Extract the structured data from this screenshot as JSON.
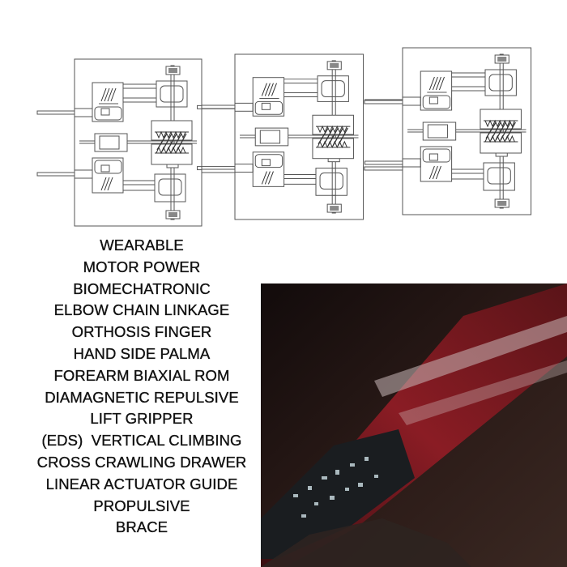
{
  "diagram": {
    "modules": [
      "module-1",
      "module-2",
      "module-3"
    ],
    "line_color": "#555555"
  },
  "terms": [
    "WEARABLE",
    "MOTOR POWER",
    "BIOMECHATRONIC",
    "ELBOW CHAIN LINKAGE",
    "ORTHOSIS FINGER",
    "HAND SIDE PALMA",
    "FOREARM BIAXIAL ROM",
    "DIAMAGNETIC REPULSIVE",
    "LIFT GRIPPER",
    "(EDS)  VERTICAL CLIMBING",
    "CROSS CRAWLING DRAWER",
    "LINEAR ACTUATOR GUIDE",
    "PROPULSIVE",
    "BRACE"
  ],
  "photo": {
    "background": "#1a0f0e",
    "arm_color": "#7a1820"
  }
}
